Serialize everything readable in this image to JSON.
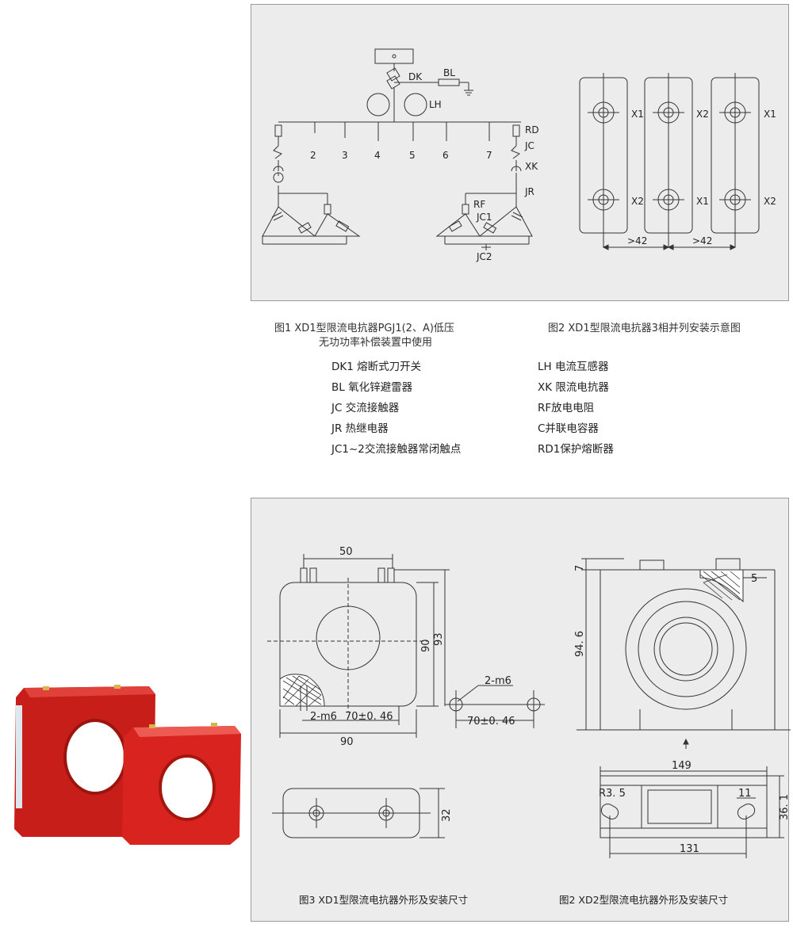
{
  "fig1": {
    "labels": {
      "dk": "DK",
      "bl": "BL",
      "lh": "LH",
      "rd": "RD",
      "jc": "JC",
      "xk": "XK",
      "jr": "JR",
      "rf": "RF",
      "jc1": "JC1",
      "jc2": "JC2"
    },
    "branches": [
      "2",
      "3",
      "4",
      "5",
      "6",
      "7"
    ],
    "caption_line1": "图1 XD1型限流电抗器PGJ1(2、A)低压",
    "caption_line2": "无功功率补偿装置中使用"
  },
  "fig2": {
    "col1": [
      "X1",
      "X2"
    ],
    "col2": [
      "X2",
      "X1"
    ],
    "col3": [
      "X1",
      "X2"
    ],
    "dim1": ">42",
    "dim2": ">42",
    "caption": "图2 XD1型限流电抗器3相并列安装示意图"
  },
  "legend": {
    "left": [
      "DK1 熔断式刀开关",
      "BL 氧化锌避雷器",
      "JC 交流接触器",
      "JR 热继电器",
      "JC1~2交流接触器常闭触点"
    ],
    "right": [
      "LH 电流互感器",
      "XK 限流电抗器",
      "RF放电电阻",
      "C并联电容器",
      "RD1保护熔断器"
    ]
  },
  "fig3": {
    "dims": {
      "top": "50",
      "h90": "90",
      "h93": "93",
      "hole_label": "2-m6",
      "pitch": "70±0. 46",
      "width": "90",
      "hole2": "2-m6",
      "pitch2": "70±0. 46",
      "thick": "32"
    },
    "caption": "图3 XD1型限流电抗器外形及安装尺寸"
  },
  "fig4": {
    "dims": {
      "d7": "7",
      "d5": "5",
      "h": "94. 6",
      "w149": "149",
      "r": "R3. 5",
      "d11": "11",
      "w131": "131",
      "h36": "36. 1"
    },
    "caption": "图2 XD2型限流电抗器外形及安装尺寸"
  },
  "colors": {
    "panel": "#ececec",
    "reactor": "#d8231e",
    "line": "#333333"
  }
}
